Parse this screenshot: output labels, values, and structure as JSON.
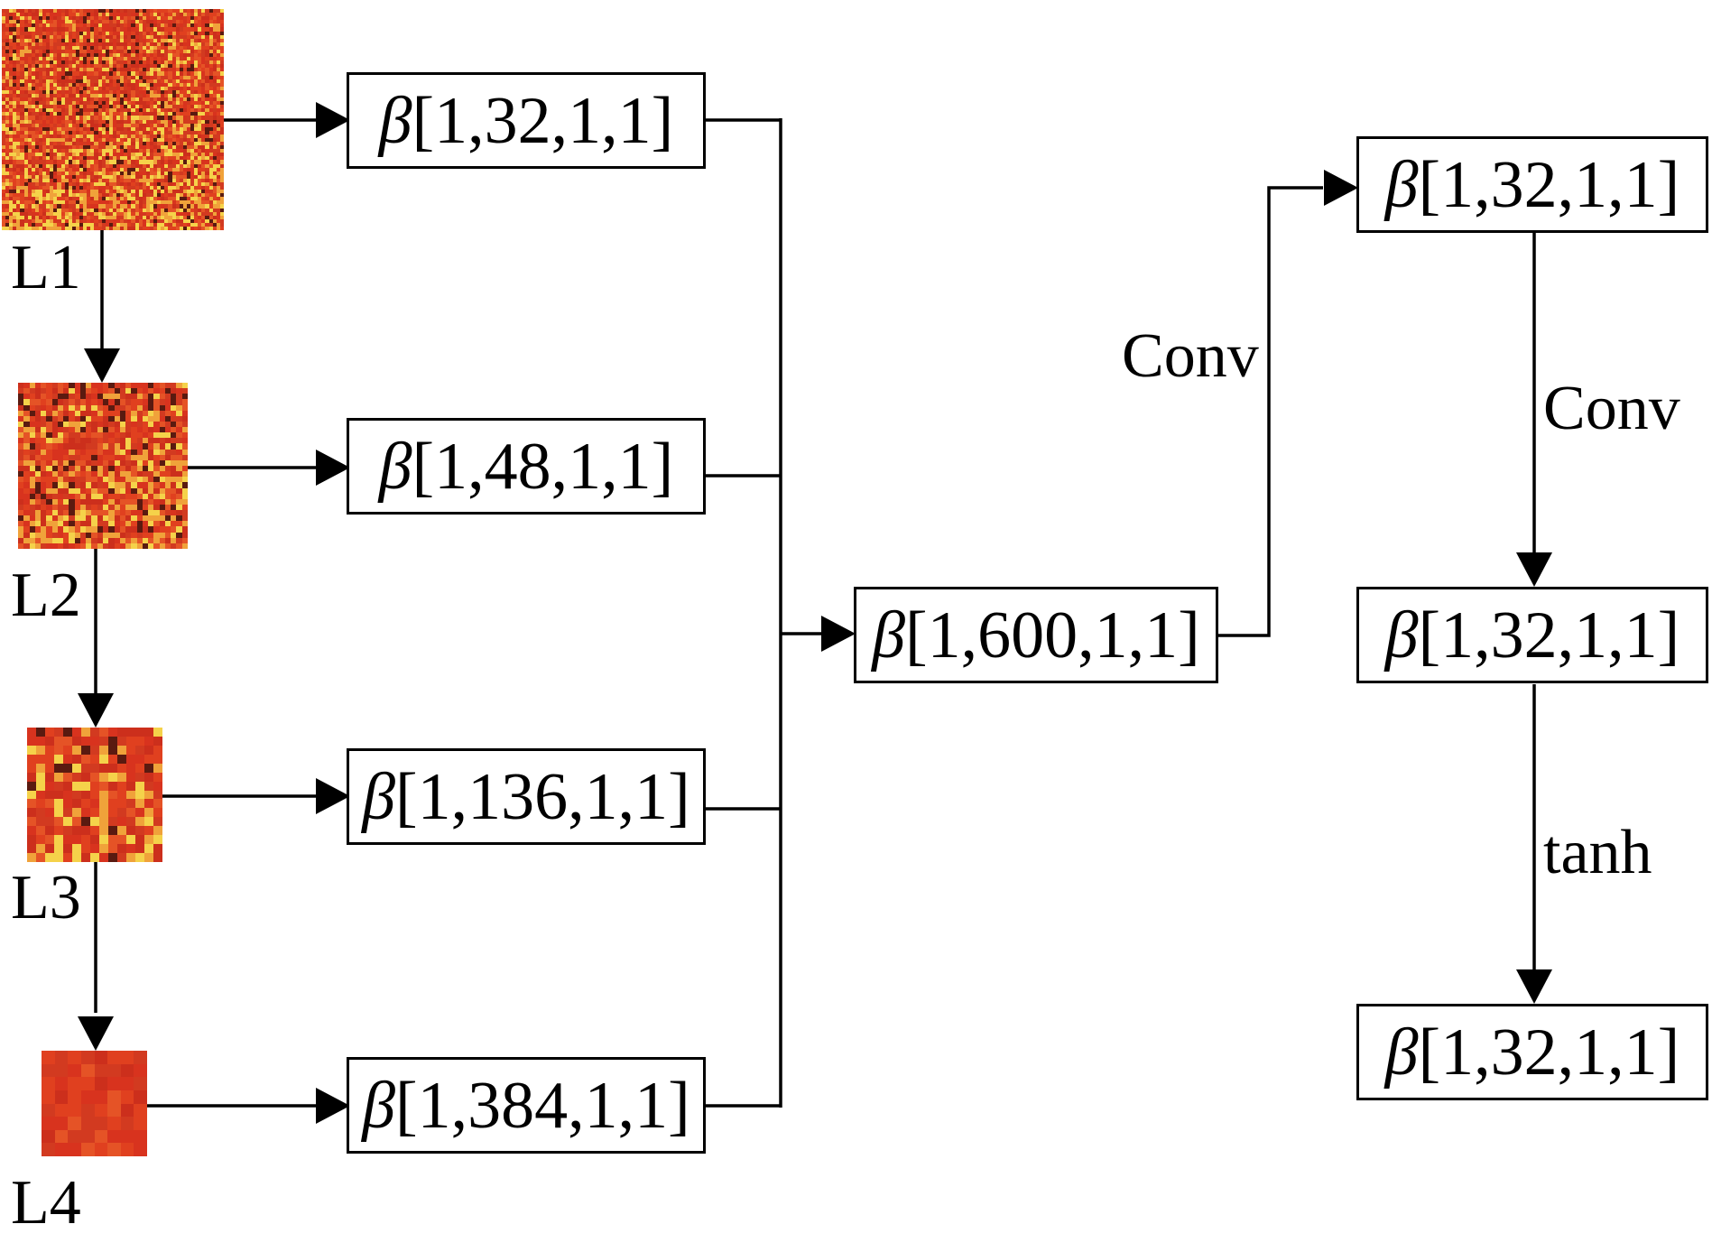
{
  "layers": [
    {
      "label": "L1",
      "feature": "β[1,32,1,1]"
    },
    {
      "label": "L2",
      "feature": "β[1,48,1,1]"
    },
    {
      "label": "L3",
      "feature": "β[1,136,1,1]"
    },
    {
      "label": "L4",
      "feature": "β[1,384,1,1]"
    }
  ],
  "concat": {
    "feature": "β[1,600,1,1]"
  },
  "branch": [
    {
      "feature": "β[1,32,1,1]"
    },
    {
      "feature": "β[1,32,1,1]"
    },
    {
      "feature": "β[1,32,1,1]"
    }
  ],
  "edges": {
    "conv1": "Conv",
    "conv2": "Conv",
    "act": "tanh"
  },
  "colors": {
    "heat_base": "#d8331e",
    "heat_hot": "#f5d24a",
    "heat_dark": "#5a1a10",
    "line": "#000000"
  }
}
